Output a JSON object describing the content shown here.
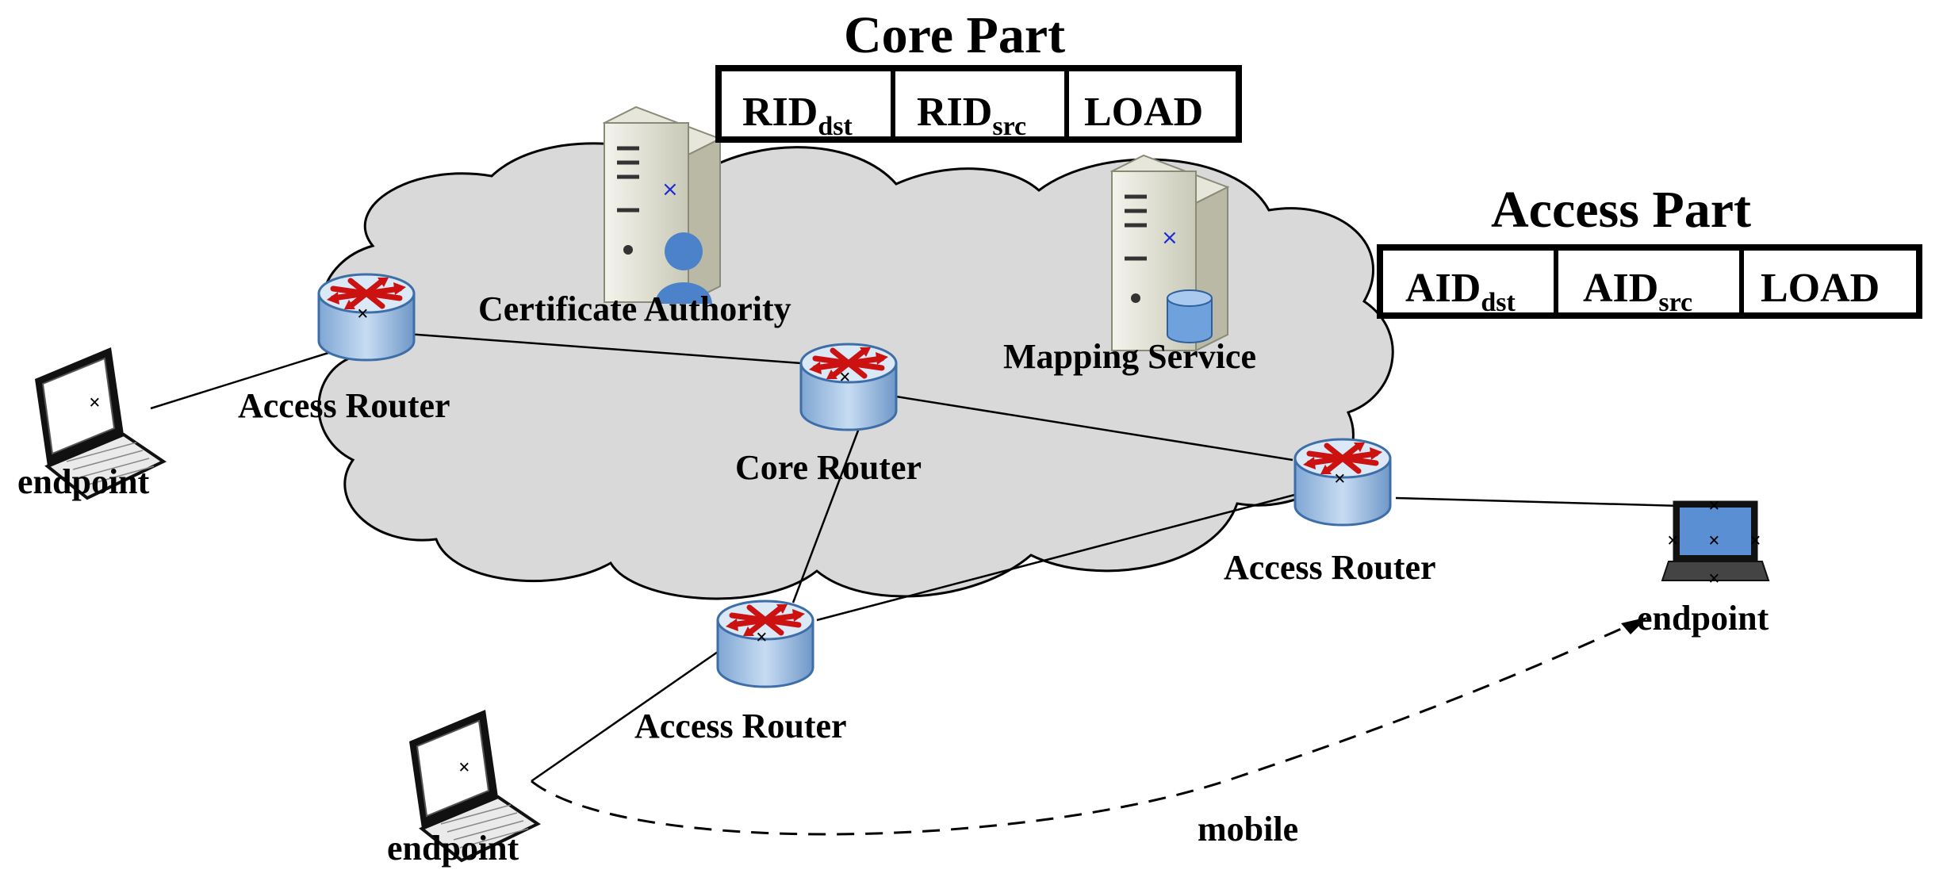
{
  "core_part": {
    "title": "Core Part",
    "fields": [
      {
        "main": "RID",
        "sub": "dst"
      },
      {
        "main": "RID",
        "sub": "src"
      },
      {
        "main": "LOAD",
        "sub": ""
      }
    ]
  },
  "access_part": {
    "title": "Access Part",
    "fields": [
      {
        "main": "AID",
        "sub": "dst"
      },
      {
        "main": "AID",
        "sub": "src"
      },
      {
        "main": "LOAD",
        "sub": ""
      }
    ]
  },
  "labels": {
    "certificate_authority": "Certificate Authority",
    "mapping_service": "Mapping Service",
    "core_router": "Core Router",
    "access_router_left": "Access Router",
    "access_router_right": "Access Router",
    "access_router_bottom": "Access Router",
    "endpoint_left": "endpoint",
    "endpoint_right": "endpoint",
    "endpoint_bottom": "endpoint",
    "mobile": "mobile"
  },
  "icons": {
    "router": "router-icon",
    "server": "server-icon",
    "laptop": "laptop-icon"
  },
  "colors": {
    "cloud_fill": "#d9d9d9",
    "router_body": "#a9c6e6",
    "arrow_red": "#cc1111",
    "marker_blue": "#1a2bd6"
  }
}
